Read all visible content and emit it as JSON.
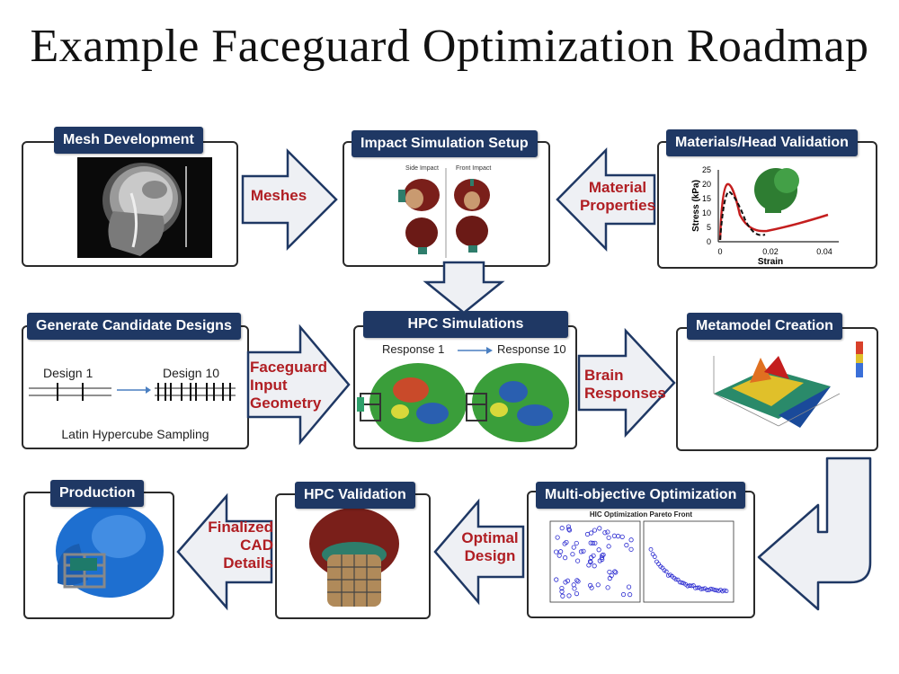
{
  "title": "Example Faceguard Optimization Roadmap",
  "colors": {
    "tag_bg": "#1f3864",
    "arrow_fill": "#eef0f4",
    "arrow_stroke": "#1f3864",
    "label_red": "#b01e23"
  },
  "boxes": {
    "mesh": {
      "tag": "Mesh Development"
    },
    "impact": {
      "tag": "Impact Simulation Setup",
      "side_label": "Side Impact",
      "front_label": "Front Impact"
    },
    "materials": {
      "tag": "Materials/Head Validation",
      "ylabel": "Stress (kPa)",
      "xlabel": "Strain",
      "yticks": [
        "25",
        "20",
        "15",
        "10",
        "5",
        "0"
      ],
      "xticks": [
        "0",
        "0.02",
        "0.04"
      ]
    },
    "candidate": {
      "tag": "Generate Candidate Designs",
      "design_start": "Design 1",
      "design_end": "Design 10",
      "caption": "Latin Hypercube Sampling"
    },
    "hpc_sim": {
      "tag": "HPC Simulations",
      "response_start": "Response 1",
      "response_end": "Response 10"
    },
    "metamodel": {
      "tag": "Metamodel Creation"
    },
    "production": {
      "tag": "Production"
    },
    "hpc_val": {
      "tag": "HPC Validation"
    },
    "multi": {
      "tag": "Multi-objective Optimization",
      "plot_title": "HIC Optimization Pareto Front"
    }
  },
  "arrows": {
    "meshes": [
      "Meshes"
    ],
    "material_properties": [
      "Material",
      "Properties"
    ],
    "faceguard": [
      "Faceguard",
      "Input",
      "Geometry"
    ],
    "brain": [
      "Brain",
      "Responses"
    ],
    "optimal": [
      "Optimal",
      "Design"
    ],
    "finalized": [
      "Finalized",
      "CAD",
      "Details"
    ]
  }
}
